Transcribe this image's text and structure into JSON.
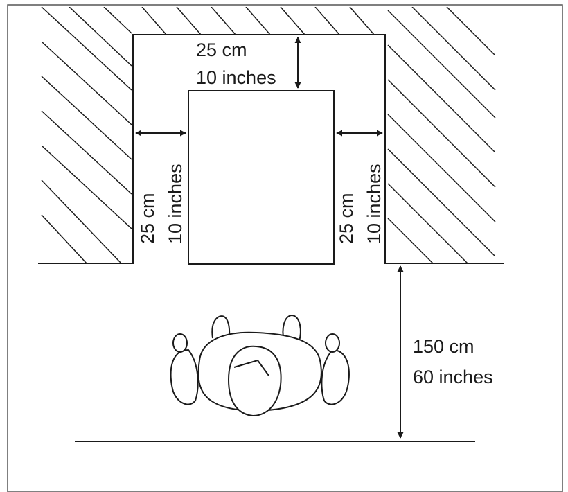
{
  "dimensions": {
    "top_clearance": {
      "metric": "25 cm",
      "imperial": "10 inches"
    },
    "left_clearance": {
      "metric": "25 cm",
      "imperial": "10 inches"
    },
    "right_clearance": {
      "metric": "25 cm",
      "imperial": "10 inches"
    },
    "front_clearance": {
      "metric": "150 cm",
      "imperial": "60 inches"
    }
  },
  "colors": {
    "ink": "#1a1a1a",
    "background": "#ffffff"
  }
}
